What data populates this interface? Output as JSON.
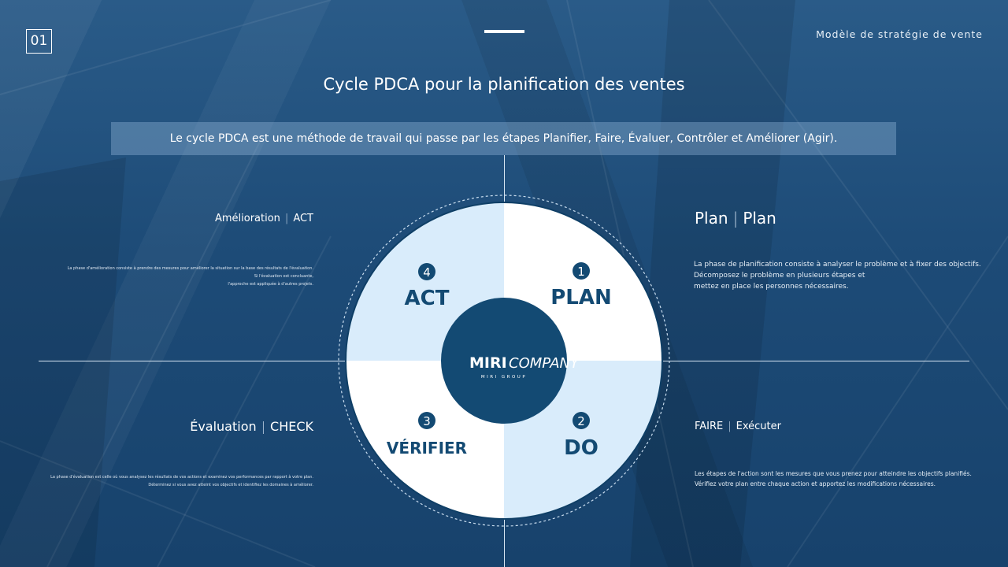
{
  "slide": {
    "number": "01",
    "deck_title": "Modèle de stratégie de vente"
  },
  "title": "Cycle PDCA pour la planification des ventes",
  "banner": "Le cycle PDCA est une méthode de travail qui passe par les étapes Planifier, Faire, Évaluer, Contrôler et Améliorer (Agir).",
  "colors": {
    "background": "#1f4e7a",
    "dark_blue": "#134a73",
    "light_blue": "#d9ecfb",
    "white": "#ffffff"
  },
  "diagram": {
    "logo": {
      "mark": "MIRI",
      "name": "COMPANY",
      "tagline": "MIRI GROUP"
    },
    "quadrants": [
      {
        "number": "1",
        "label": "PLAN"
      },
      {
        "number": "2",
        "label": "DO"
      },
      {
        "number": "3",
        "label": "VÉRIFIER"
      },
      {
        "number": "4",
        "label": "ACT"
      }
    ]
  },
  "sections": {
    "act": {
      "title": "Amélioration",
      "tag": "ACT",
      "lines": [
        "La phase d'amélioration consiste à prendre des mesures pour améliorer la situation sur la base des résultats de l'évaluation.",
        "Si l'évaluation est concluante,",
        "l'approche est appliquée à d'autres projets."
      ]
    },
    "plan": {
      "title": "Plan",
      "tag": "Plan",
      "lines": [
        "La phase de planification consiste à analyser le problème et à fixer des objectifs.",
        "Décomposez le problème en plusieurs étapes et",
        "mettez en place les personnes nécessaires."
      ]
    },
    "check": {
      "title": "Évaluation",
      "tag": "CHECK",
      "lines": [
        "La phase d'évaluation est celle où vous analysez les résultats de vos actions et examinez vos performances par rapport à votre plan.",
        "Déterminez si vous avez atteint vos objectifs et identifiez les domaines à améliorer."
      ]
    },
    "do": {
      "title": "FAIRE",
      "tag": "Exécuter",
      "lines": [
        "Les étapes de l'action sont les mesures que vous prenez pour atteindre les objectifs planifiés.",
        "Vérifiez votre plan entre chaque action et apportez les modifications nécessaires."
      ]
    }
  }
}
